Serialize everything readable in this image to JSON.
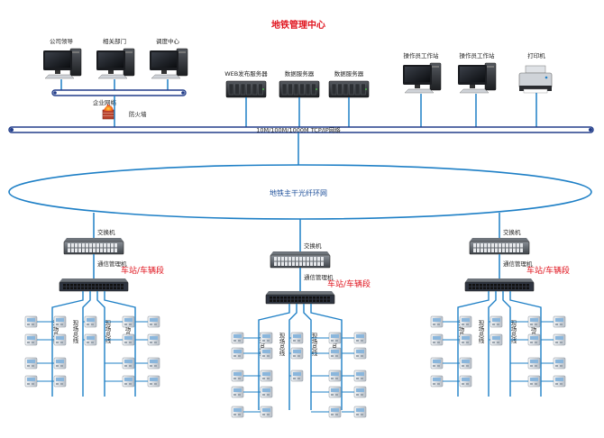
{
  "title": "地铁管理中心",
  "top_group": {
    "pc_labels": [
      "公司领导",
      "相关部门",
      "调度中心"
    ],
    "enterprise_net": "企业网络",
    "firewall": "防火墙"
  },
  "servers": [
    "WEB发布服务器",
    "数据服务器",
    "数据服务器"
  ],
  "operators": [
    "操作员工作站",
    "操作员工作站"
  ],
  "printer": "打印机",
  "bus_label": "10M/100M/1000M TCP/IP网络",
  "ring_label": "地铁主干光纤环网",
  "stations": [
    {
      "switch": "交换机",
      "station": "车站/车辆段",
      "comm": "通信管理机",
      "fieldbus": [
        "现场总线",
        "现场总线",
        "现场总线",
        "现场总线"
      ]
    },
    {
      "switch": "交换机",
      "station": "车站/车辆段",
      "comm": "通信管理机",
      "fieldbus": [
        "现场总线",
        "现场总线",
        "现场总线",
        "现场总线"
      ]
    },
    {
      "switch": "交换机",
      "station": "车站/车辆段",
      "comm": "通信管理机",
      "fieldbus": [
        "现场总线",
        "现场总线",
        "现场总线",
        "现场总线"
      ]
    }
  ],
  "colors": {
    "line": "#1d7fc6",
    "bus_outline": "#223d8a",
    "title": "#e0141e",
    "station": "#e0141e"
  }
}
